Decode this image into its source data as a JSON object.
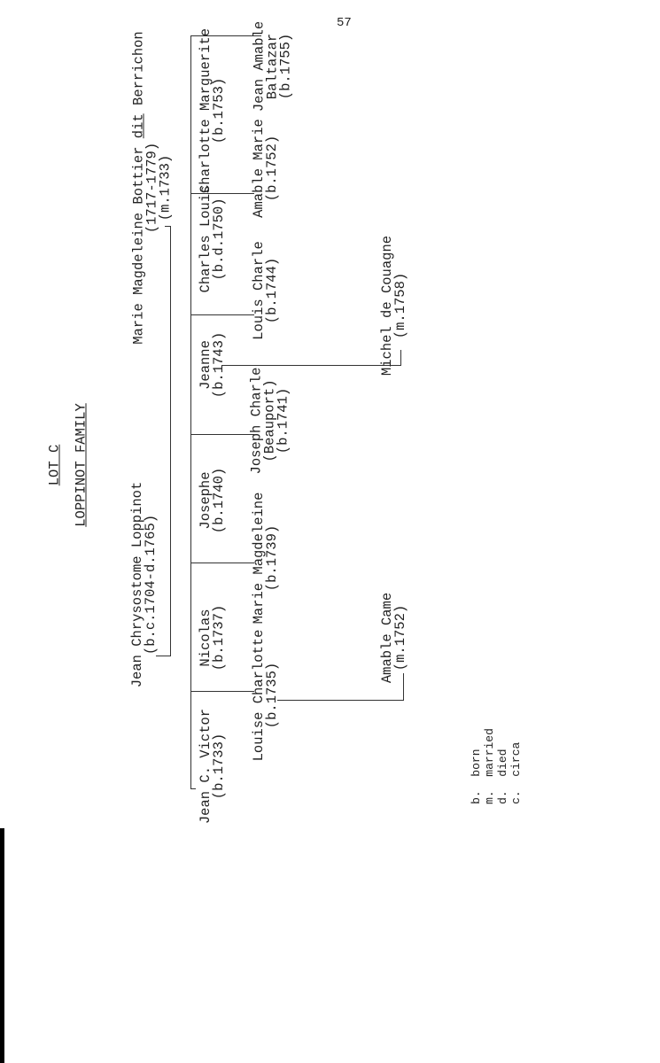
{
  "page_number": "57",
  "title": {
    "lot": "LOT C",
    "family": "LOPPINOT FAMILY"
  },
  "father": {
    "name": "Jean Chrysostome Loppinot",
    "dates": "(b.c.1704-d.1765)"
  },
  "mother": {
    "name_pre": "Marie Magdeleine Bottier ",
    "name_dit": "dit",
    "name_post": " Berrichon",
    "dates": "(1717-1779)",
    "married": "(m.1733)"
  },
  "children": [
    {
      "name": "Jean C. Victor",
      "dates": "(b.1733)"
    },
    {
      "name": "Louise Charlotte",
      "dates": "(b.1735)"
    },
    {
      "name": "Nicolas",
      "dates": "(b.1737)"
    },
    {
      "name": "Marie Magdeleine",
      "dates": "(b.1739)"
    },
    {
      "name": "Josephe",
      "dates": "(b.1740)"
    },
    {
      "name": "Joseph Charle",
      "note": "(Beauport)",
      "dates": "(b.1741)"
    },
    {
      "name": "Jeanne",
      "dates": "(b.1743)"
    },
    {
      "name": "Louis Charle",
      "dates": "(b.1744)"
    },
    {
      "name": "Charles Louis",
      "dates": "(b.d.1750)"
    },
    {
      "name": "Amable Marie",
      "dates": "(b.1752)"
    },
    {
      "name": "Charlotte Marguerite",
      "dates": "(b.1753)"
    },
    {
      "name": "Jean Amable",
      "name2": "Baltazar",
      "dates": "(b.1755)"
    }
  ],
  "spouses": [
    {
      "name": "Amable Came",
      "dates": "(m.1752)"
    },
    {
      "name": "Michel de Couagne",
      "dates": "(m.1758)"
    }
  ],
  "legend": [
    "b.  born",
    "m.  married",
    "d.  died",
    "c.  circa"
  ]
}
